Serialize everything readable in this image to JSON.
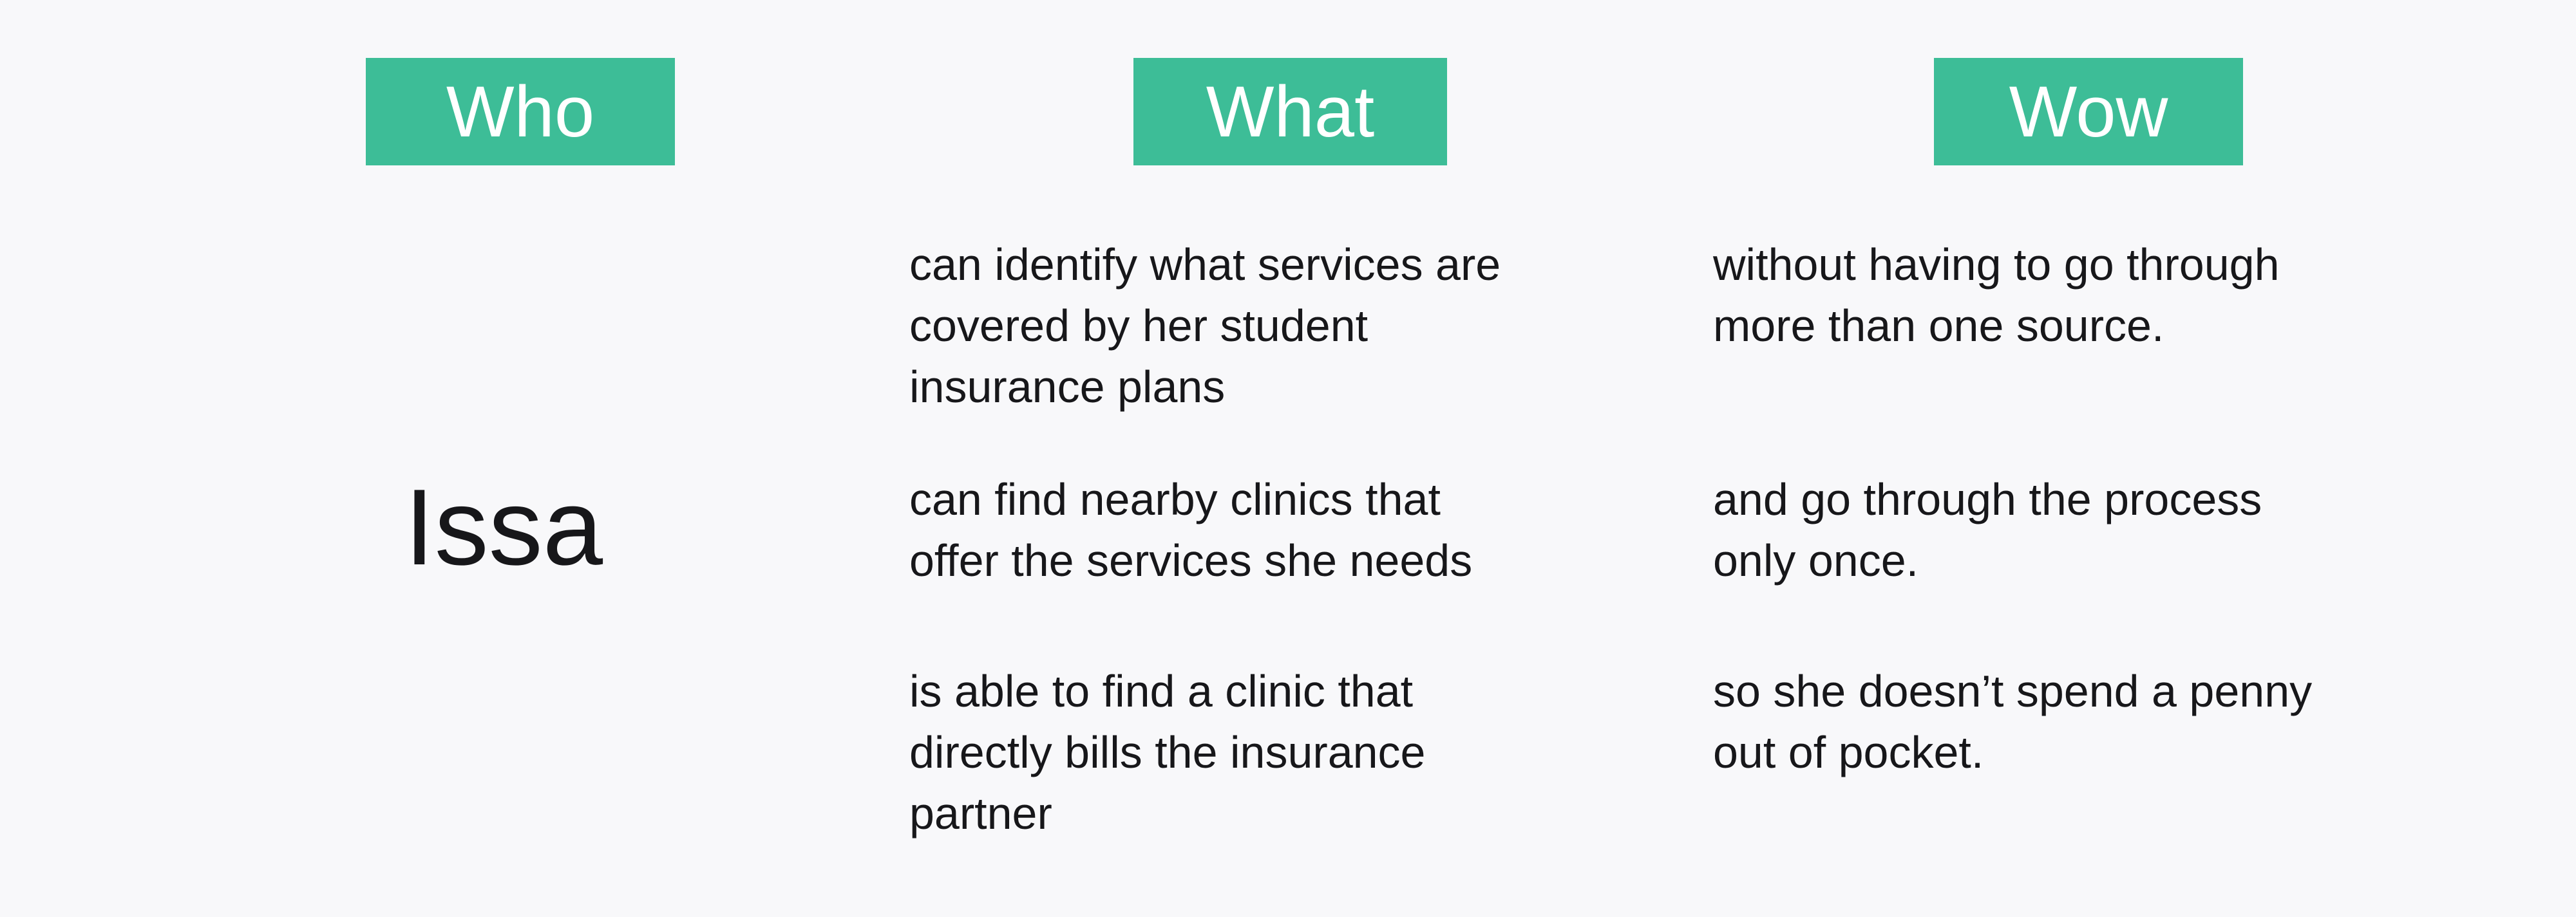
{
  "page": {
    "background_color": "#f8f8fa",
    "accent_color": "#3dbd97",
    "header_text_color": "#ffffff",
    "text_color": "#17171a"
  },
  "columns": [
    {
      "header": "Who",
      "persona": "Issa",
      "items": []
    },
    {
      "header": "What",
      "items": [
        "can identify what services are\ncovered by her student\ninsurance plans",
        "can find nearby clinics that\noffer the services she needs",
        "is able to find a clinic that\ndirectly bills the insurance\npartner"
      ]
    },
    {
      "header": "Wow",
      "items": [
        "without having to go through\nmore than one source.",
        "and go through the process\nonly once.",
        "so she doesn’t spend a penny\nout of pocket."
      ]
    }
  ]
}
